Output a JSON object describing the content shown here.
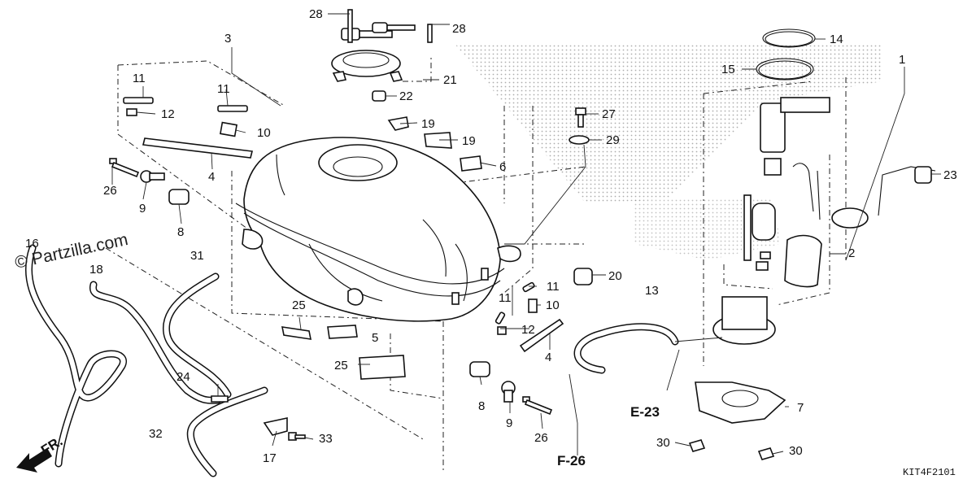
{
  "callouts": [
    {
      "id": "c1",
      "text": "1"
    },
    {
      "id": "c2",
      "text": "2"
    },
    {
      "id": "c3",
      "text": "3"
    },
    {
      "id": "c4a",
      "text": "4"
    },
    {
      "id": "c4b",
      "text": "4"
    },
    {
      "id": "c5",
      "text": "5"
    },
    {
      "id": "c6",
      "text": "6"
    },
    {
      "id": "c7",
      "text": "7"
    },
    {
      "id": "c8a",
      "text": "8"
    },
    {
      "id": "c8b",
      "text": "8"
    },
    {
      "id": "c9a",
      "text": "9"
    },
    {
      "id": "c9b",
      "text": "9"
    },
    {
      "id": "c10a",
      "text": "10"
    },
    {
      "id": "c10b",
      "text": "10"
    },
    {
      "id": "c11a",
      "text": "11"
    },
    {
      "id": "c11b",
      "text": "11"
    },
    {
      "id": "c11c",
      "text": "11"
    },
    {
      "id": "c11d",
      "text": "11"
    },
    {
      "id": "c12a",
      "text": "12"
    },
    {
      "id": "c12b",
      "text": "12"
    },
    {
      "id": "c13",
      "text": "13"
    },
    {
      "id": "c14",
      "text": "14"
    },
    {
      "id": "c15",
      "text": "15"
    },
    {
      "id": "c16",
      "text": "16"
    },
    {
      "id": "c17",
      "text": "17"
    },
    {
      "id": "c18",
      "text": "18"
    },
    {
      "id": "c19a",
      "text": "19"
    },
    {
      "id": "c19b",
      "text": "19"
    },
    {
      "id": "c20",
      "text": "20"
    },
    {
      "id": "c21",
      "text": "21"
    },
    {
      "id": "c22",
      "text": "22"
    },
    {
      "id": "c23",
      "text": "23"
    },
    {
      "id": "c24",
      "text": "24"
    },
    {
      "id": "c25a",
      "text": "25"
    },
    {
      "id": "c25b",
      "text": "25"
    },
    {
      "id": "c26a",
      "text": "26"
    },
    {
      "id": "c26b",
      "text": "26"
    },
    {
      "id": "c27",
      "text": "27"
    },
    {
      "id": "c28a",
      "text": "28"
    },
    {
      "id": "c28b",
      "text": "28"
    },
    {
      "id": "c29",
      "text": "29"
    },
    {
      "id": "c30a",
      "text": "30"
    },
    {
      "id": "c30b",
      "text": "30"
    },
    {
      "id": "c31",
      "text": "31"
    },
    {
      "id": "c32",
      "text": "32"
    },
    {
      "id": "c33",
      "text": "33"
    }
  ],
  "references": {
    "e23": "E-23",
    "f26": "F-26"
  },
  "watermark": "© Partzilla.com",
  "front_marker": "FR.",
  "diagram_code": "KIT4F2101"
}
